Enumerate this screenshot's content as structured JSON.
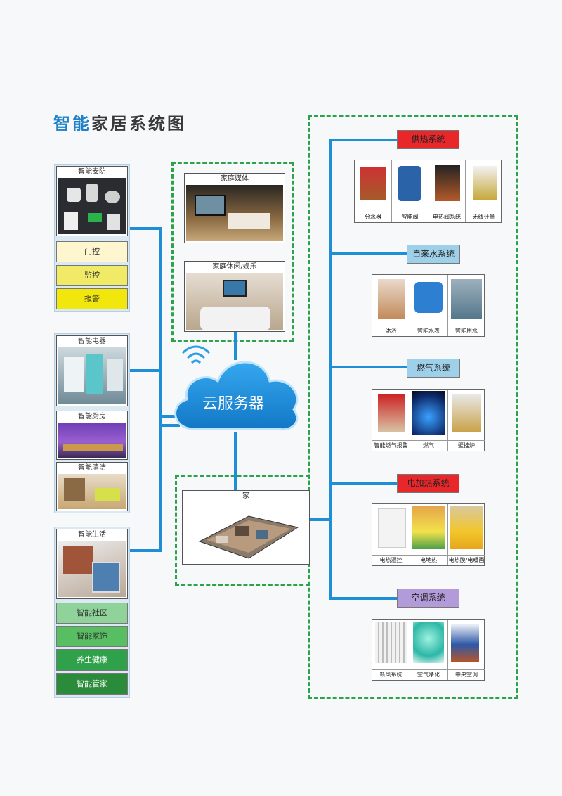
{
  "title": {
    "highlight": "智能",
    "rest": "家居系统图"
  },
  "cloud": {
    "label": "云服务器"
  },
  "left": {
    "security": {
      "title": "智能安防",
      "buttons": [
        "门控",
        "监控",
        "报警"
      ]
    },
    "appliance": {
      "title": "智能电器"
    },
    "kitchen": {
      "title": "智能厨房"
    },
    "cleaning": {
      "title": "智能清洁"
    },
    "life": {
      "title": "智能生活",
      "buttons": [
        "智能社区",
        "智能家饰",
        "养生健康",
        "智能管家"
      ]
    }
  },
  "center": {
    "media": {
      "title": "家庭媒体"
    },
    "leisure": {
      "title": "家庭休闲/娱乐"
    },
    "home": {
      "title": "家"
    }
  },
  "right": {
    "heating": {
      "title": "供热系统",
      "items": [
        "分水器",
        "智能阀",
        "电热阀系统",
        "无线计量"
      ]
    },
    "water": {
      "title": "自来水系统",
      "items": [
        "沐浴",
        "智能水表",
        "智能用水"
      ]
    },
    "gas": {
      "title": "燃气系统",
      "items": [
        "智能燃气报警",
        "燃气",
        "壁挂炉"
      ]
    },
    "electric": {
      "title": "电加热系统",
      "items": [
        "电热温控",
        "电地热",
        "电热膜/电暖画"
      ]
    },
    "aircon": {
      "title": "空调系统",
      "items": [
        "新风系统",
        "空气净化",
        "中央空调"
      ]
    }
  },
  "colors": {
    "connector": "#1e8fd6",
    "dashed_border": "#2aa34a",
    "heating": "#e8272b",
    "water": "#9fd0ea",
    "gas": "#9fd0ea",
    "electric": "#e8272b",
    "aircon": "#b39ad9"
  }
}
